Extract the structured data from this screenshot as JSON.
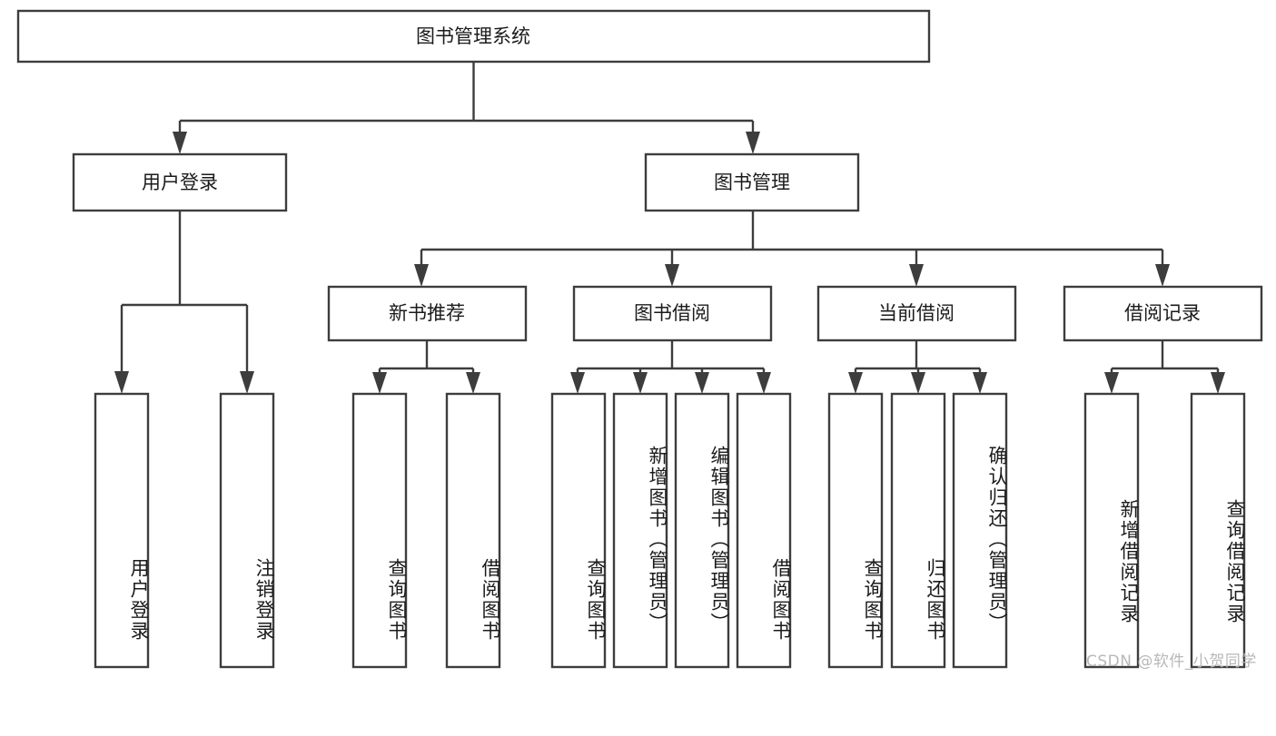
{
  "diagram": {
    "title_node": {
      "id": "root",
      "label": "图书管理系统"
    },
    "level2": [
      {
        "id": "user-login",
        "label": "用户登录"
      },
      {
        "id": "book-manage",
        "label": "图书管理"
      }
    ],
    "level3": [
      {
        "id": "new-book-rec",
        "label": "新书推荐"
      },
      {
        "id": "book-borrow",
        "label": "图书借阅"
      },
      {
        "id": "current-borrow",
        "label": "当前借阅"
      },
      {
        "id": "borrow-record",
        "label": "借阅记录"
      }
    ],
    "leaves": {
      "user_login": [
        {
          "id": "leaf-user-login",
          "label": "用户登录"
        },
        {
          "id": "leaf-logout",
          "label": "注销登录"
        }
      ],
      "new_book_rec": [
        {
          "id": "leaf-query-book-1",
          "label": "查询图书"
        },
        {
          "id": "leaf-borrow-book-1",
          "label": "借阅图书"
        }
      ],
      "book_borrow": [
        {
          "id": "leaf-query-book-2",
          "label": "查询图书"
        },
        {
          "id": "leaf-add-book",
          "label": "新增图书（管理员）"
        },
        {
          "id": "leaf-edit-book",
          "label": "编辑图书（管理员）"
        },
        {
          "id": "leaf-borrow-book-2",
          "label": "借阅图书"
        }
      ],
      "current_borrow": [
        {
          "id": "leaf-query-book-3",
          "label": "查询图书"
        },
        {
          "id": "leaf-return-book",
          "label": "归还图书"
        },
        {
          "id": "leaf-confirm-return",
          "label": "确认归还（管理员）"
        }
      ],
      "borrow_record": [
        {
          "id": "leaf-add-record",
          "label": "新增借阅记录"
        },
        {
          "id": "leaf-query-record",
          "label": "查询借阅记录"
        }
      ]
    },
    "watermark": "CSDN @软件_小贺同学",
    "colors": {
      "stroke": "#3d3d3d",
      "fill": "#ffffff",
      "text": "#1b1b1b",
      "watermark": "#b8b8b8"
    }
  }
}
